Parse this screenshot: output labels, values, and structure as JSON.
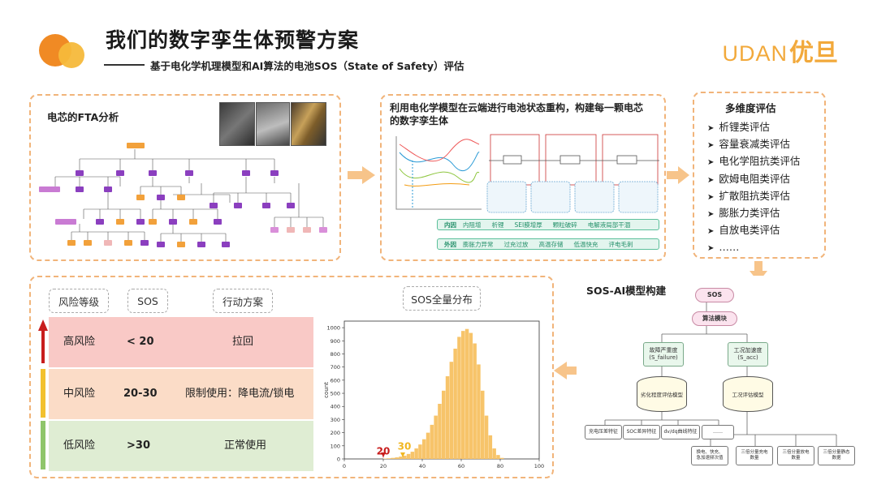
{
  "header": {
    "title": "我们的数字孪生体预警方案",
    "subtitle": "基于电化学机理模型和AI算法的电池SOS（State of Safety）评估",
    "brand_latin": "UDAN",
    "brand_cjk": "优旦",
    "colors": {
      "accent_orange": "#f08a24",
      "accent_yellow": "#f6b93b",
      "panel_border": "#f1b47a"
    }
  },
  "fta_panel": {
    "title": "电芯的FTA分析"
  },
  "model_panel": {
    "title_line1": "利用电化学模型在云端进行电池状态重构，构建每一颗电芯",
    "title_line2": "的数字孪生体",
    "bands": [
      {
        "tag": "内因",
        "items": [
          "内阻增",
          "析锂",
          "SEI膜增厚",
          "颗粒破碎",
          "电解液局部干涸"
        ]
      },
      {
        "tag": "外因",
        "items": [
          "膨胀力异常",
          "过充过放",
          "高温存储",
          "低温快充",
          "评电毛刺"
        ]
      }
    ]
  },
  "multi_panel": {
    "title": "多维度评估",
    "items": [
      "析锂类评估",
      "容量衰减类评估",
      "电化学阻抗类评估",
      "欧姆电阻类评估",
      "扩散阻抗类评估",
      "膨胀力类评估",
      "自放电类评估",
      "……"
    ]
  },
  "risk_table": {
    "headers": {
      "level": "风险等级",
      "sos": "SOS",
      "action": "行动方案"
    },
    "rows": [
      {
        "level": "高风险",
        "sos": "< 20",
        "action": "拉回",
        "color": "#f9c9c6"
      },
      {
        "level": "中风险",
        "sos": "20-30",
        "action": "限制使用：降电流/锁电",
        "color": "#fbdcc7"
      },
      {
        "level": "低风险",
        "sos": ">30",
        "action": "正常使用",
        "color": "#dfedd3"
      }
    ]
  },
  "sos_dist": {
    "title": "SOS全量分布",
    "marker_20": "20",
    "marker_30": "30"
  },
  "chart_data": {
    "type": "bar",
    "ylabel": "count",
    "xlim": [
      0,
      100
    ],
    "ylim": [
      0,
      1050
    ],
    "xticks": [
      0,
      20,
      40,
      60,
      80,
      100
    ],
    "yticks": [
      0,
      100,
      200,
      300,
      400,
      500,
      600,
      700,
      800,
      900,
      1000
    ],
    "bin_width": 2,
    "x": [
      20,
      22,
      24,
      26,
      28,
      30,
      32,
      34,
      36,
      38,
      40,
      42,
      44,
      46,
      48,
      50,
      52,
      54,
      56,
      58,
      60,
      62,
      64,
      66,
      68,
      70,
      72,
      74,
      76,
      78,
      80
    ],
    "values": [
      3,
      5,
      8,
      12,
      18,
      25,
      38,
      55,
      80,
      110,
      150,
      200,
      260,
      330,
      420,
      520,
      630,
      740,
      840,
      930,
      975,
      990,
      960,
      880,
      720,
      520,
      330,
      180,
      80,
      30,
      8
    ],
    "bar_color": "#f7c46a"
  },
  "sosai_panel": {
    "title": "SOS-AI模型构建",
    "sos_box": "SOS",
    "algo_box": "算法模块",
    "left_green": "故障严重度\n(S_failure)",
    "right_green": "工况加速度\n(S_acc)",
    "left_db": "劣化程度评估模型",
    "right_db": "工况评估模型",
    "left_feats": [
      "充电压差特征",
      "SOC差异特征",
      "dv/dq曲线特征",
      "……"
    ],
    "right_feats": [
      "换电、快充、\n急加速频次值",
      "三倍分量充电\n数量",
      "三倍分量放电\n数量",
      "三倍分量静态\n数据"
    ]
  }
}
